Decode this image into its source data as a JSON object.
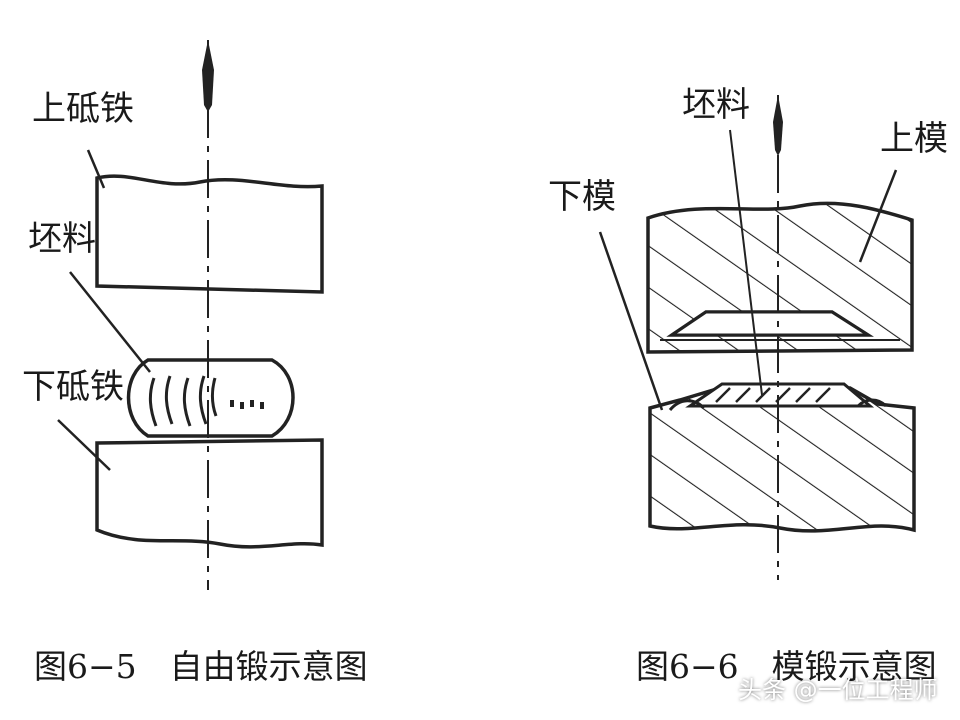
{
  "fig_free": {
    "label_upper_anvil": "上砥铁",
    "label_blank": "坯料",
    "label_lower_anvil": "下砥铁",
    "caption": "图6−5　自由锻示意图"
  },
  "fig_die": {
    "label_blank": "坯料",
    "label_upper_die": "上模",
    "label_lower_die": "下模",
    "caption": "图6−6　模锻示意图"
  },
  "watermark": {
    "text": "头条 @一位工程师"
  }
}
